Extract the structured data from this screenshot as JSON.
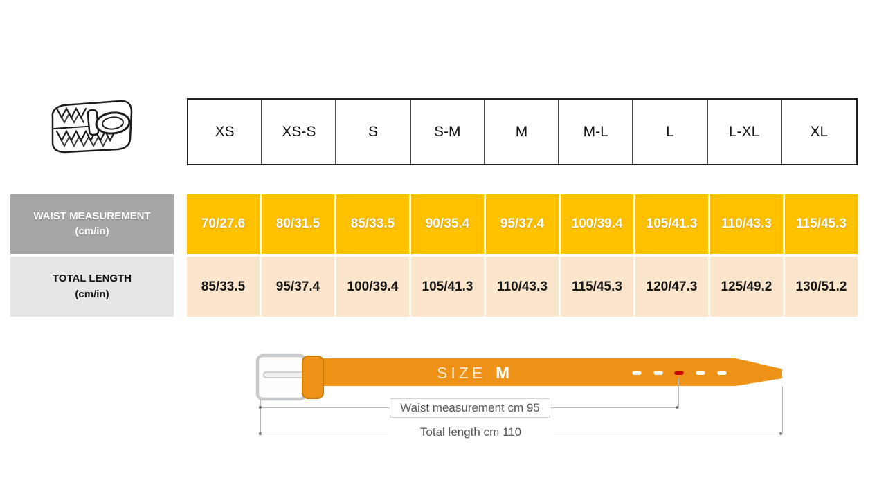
{
  "header": {
    "sizes": [
      "XS",
      "XS-S",
      "S",
      "S-M",
      "M",
      "M-L",
      "L",
      "L-XL",
      "XL"
    ]
  },
  "rows": {
    "waist": {
      "label": "WAIST MEASUREMENT",
      "unit": "(cm/in)",
      "values": [
        "70/27.6",
        "80/31.5",
        "85/33.5",
        "90/35.4",
        "95/37.4",
        "100/39.4",
        "105/41.3",
        "110/43.3",
        "115/45.3"
      ]
    },
    "length": {
      "label": "TOTAL LENGTH",
      "unit": "(cm/in)",
      "values": [
        "85/33.5",
        "95/37.4",
        "100/39.4",
        "105/41.3",
        "110/43.3",
        "115/45.3",
        "120/47.3",
        "125/49.2",
        "130/51.2"
      ]
    }
  },
  "diagram": {
    "size_label": "SIZE",
    "size_value": "M",
    "waist_annotation": "Waist measurement cm 95",
    "length_annotation": "Total length cm 110"
  },
  "colors": {
    "waist_cell": "#FFC000",
    "length_cell": "#FCE5CD",
    "waist_label_bg": "#A6A6A6",
    "length_label_bg": "#E7E6E6",
    "belt_strap": "#ED9117",
    "marked_hole": "#CE0000"
  },
  "chart_data": {
    "type": "table",
    "columns": [
      "XS",
      "XS-S",
      "S",
      "S-M",
      "M",
      "M-L",
      "L",
      "L-XL",
      "XL"
    ],
    "rows": [
      {
        "name": "Waist measurement (cm/in)",
        "values": [
          "70/27.6",
          "80/31.5",
          "85/33.5",
          "90/35.4",
          "95/37.4",
          "100/39.4",
          "105/41.3",
          "110/43.3",
          "115/45.3"
        ]
      },
      {
        "name": "Total length (cm/in)",
        "values": [
          "85/33.5",
          "95/37.4",
          "100/39.4",
          "105/41.3",
          "110/43.3",
          "115/45.3",
          "120/47.3",
          "125/49.2",
          "130/51.2"
        ]
      }
    ]
  }
}
